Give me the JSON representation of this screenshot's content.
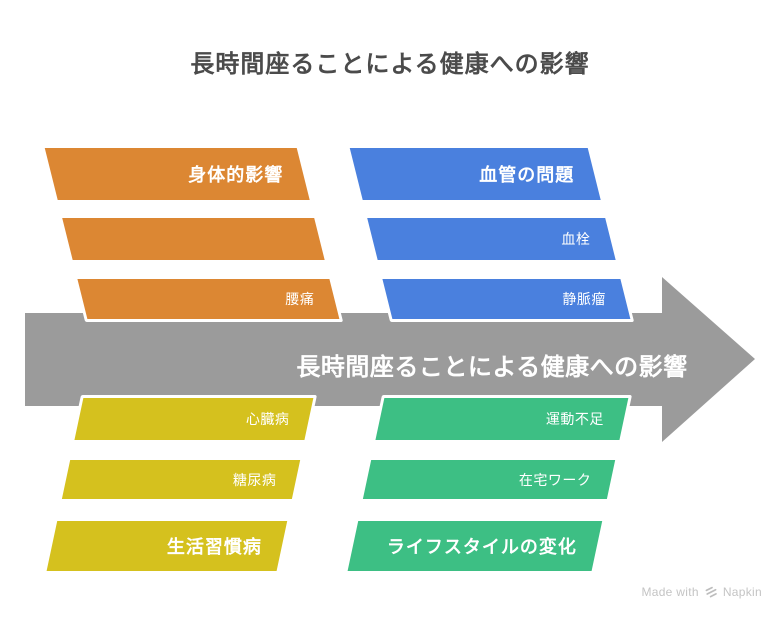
{
  "title": "長時間座ることによる健康への影響",
  "arrow": {
    "label": "長時間座ることによる健康への影響",
    "color": "#9b9b9b",
    "direction": "right"
  },
  "groups": [
    {
      "name": "physical-effects",
      "color": "#dc8733",
      "position": "top-left",
      "bars": [
        {
          "label": "身体的影響",
          "emphasis": true
        },
        {
          "label": "",
          "emphasis": false
        },
        {
          "label": "腰痛",
          "emphasis": false
        }
      ]
    },
    {
      "name": "vascular-problems",
      "color": "#4a80de",
      "position": "top-right",
      "bars": [
        {
          "label": "血管の問題",
          "emphasis": true
        },
        {
          "label": "血栓",
          "emphasis": false
        },
        {
          "label": "静脈瘤",
          "emphasis": false
        }
      ]
    },
    {
      "name": "lifestyle-diseases",
      "color": "#d5c11e",
      "position": "bottom-left",
      "bars": [
        {
          "label": "心臓病",
          "emphasis": false
        },
        {
          "label": "糖尿病",
          "emphasis": false
        },
        {
          "label": "生活習慣病",
          "emphasis": true
        }
      ]
    },
    {
      "name": "lifestyle-changes",
      "color": "#3dbf84",
      "position": "bottom-right",
      "bars": [
        {
          "label": "運動不足",
          "emphasis": false
        },
        {
          "label": "在宅ワーク",
          "emphasis": false
        },
        {
          "label": "ライフスタイルの変化",
          "emphasis": true
        }
      ]
    }
  ],
  "footer": {
    "made_with": "Made with",
    "brand": "Napkin",
    "text_color": "#c4c4c4"
  },
  "title_color": "#4b4b4b"
}
